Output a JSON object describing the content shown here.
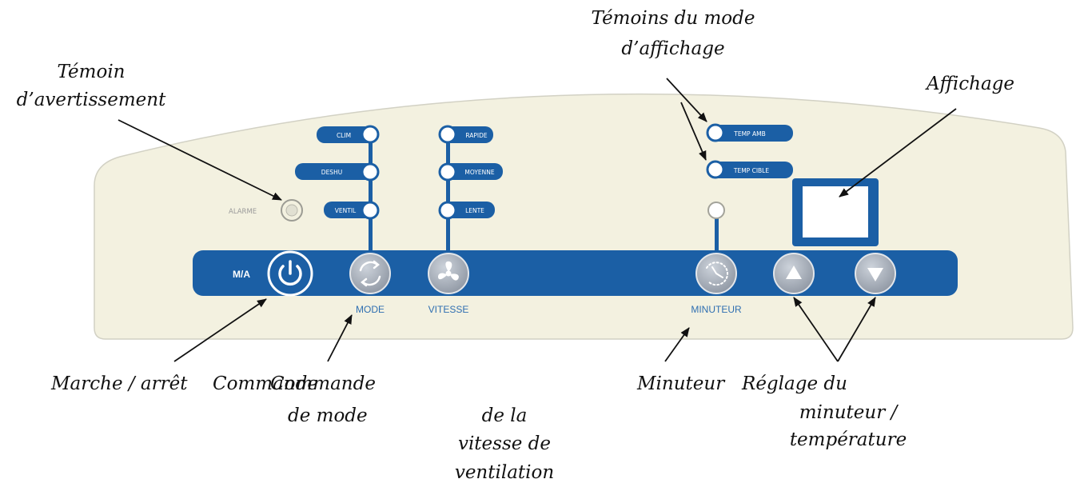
{
  "colors": {
    "panel": "#f3f1e0",
    "panel_border": "#d2d1c4",
    "bar": "#1b5fa5",
    "led": "#ffffff",
    "led_ring": "#1b5fa5",
    "button_grey": "#a9b0bb",
    "display": "#ffffff"
  },
  "panel": {
    "indicators_mode": [
      "CLIM",
      "DESHU",
      "VENTIL"
    ],
    "indicators_speed": [
      "RAPIDE",
      "MOYENNE",
      "LENTE"
    ],
    "indicators_display": [
      "TEMP AMB",
      "TEMP CIBLE"
    ],
    "alarm_label": "ALARME",
    "ma_label": "M/A",
    "mode_label": "MODE",
    "speed_label": "VITESSE",
    "timer_label": "MINUTEUR",
    "icons": {
      "power": "power-icon",
      "mode": "cycle-icon",
      "speed": "fan-icon",
      "timer": "clock-icon",
      "up": "triangle-up-icon",
      "down": "triangle-down-icon"
    }
  },
  "annotations": {
    "warning": [
      "Témoin",
      "d’avertissement"
    ],
    "display_modes": [
      "Témoins du mode",
      "d’affichage"
    ],
    "display": "Affichage",
    "power": "Marche / arrêt",
    "mode_cmd_a": "Commande",
    "mode_cmd_b": [
      "Commande",
      "de mode"
    ],
    "speed_cmd": [
      "de la",
      "vitesse de",
      "ventilation"
    ],
    "timer": "Minuteur",
    "adjust": [
      "Réglage du",
      "minuteur /",
      "température"
    ]
  }
}
